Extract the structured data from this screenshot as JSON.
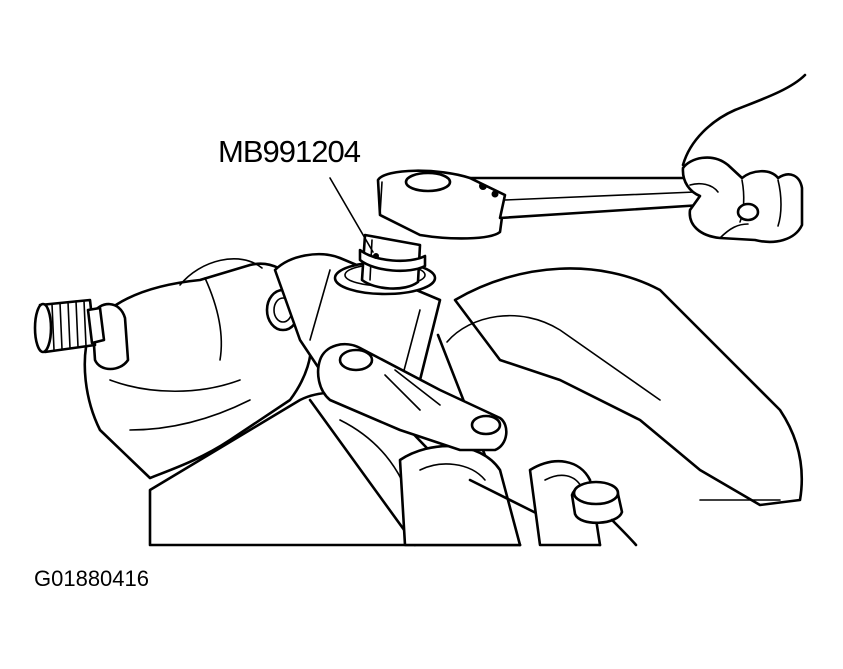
{
  "diagram": {
    "tool_label": "MB991204",
    "figure_id": "G01880416"
  },
  "parts": {
    "special_tool": "special-tool",
    "wrench": "torque-wrench",
    "hand": "hand",
    "gear_housing": "steering-gear-housing",
    "input_shaft": "input-shaft",
    "rack_tube": "rack-tube",
    "mounting_bracket": "mounting-bracket",
    "cap": "cap"
  }
}
